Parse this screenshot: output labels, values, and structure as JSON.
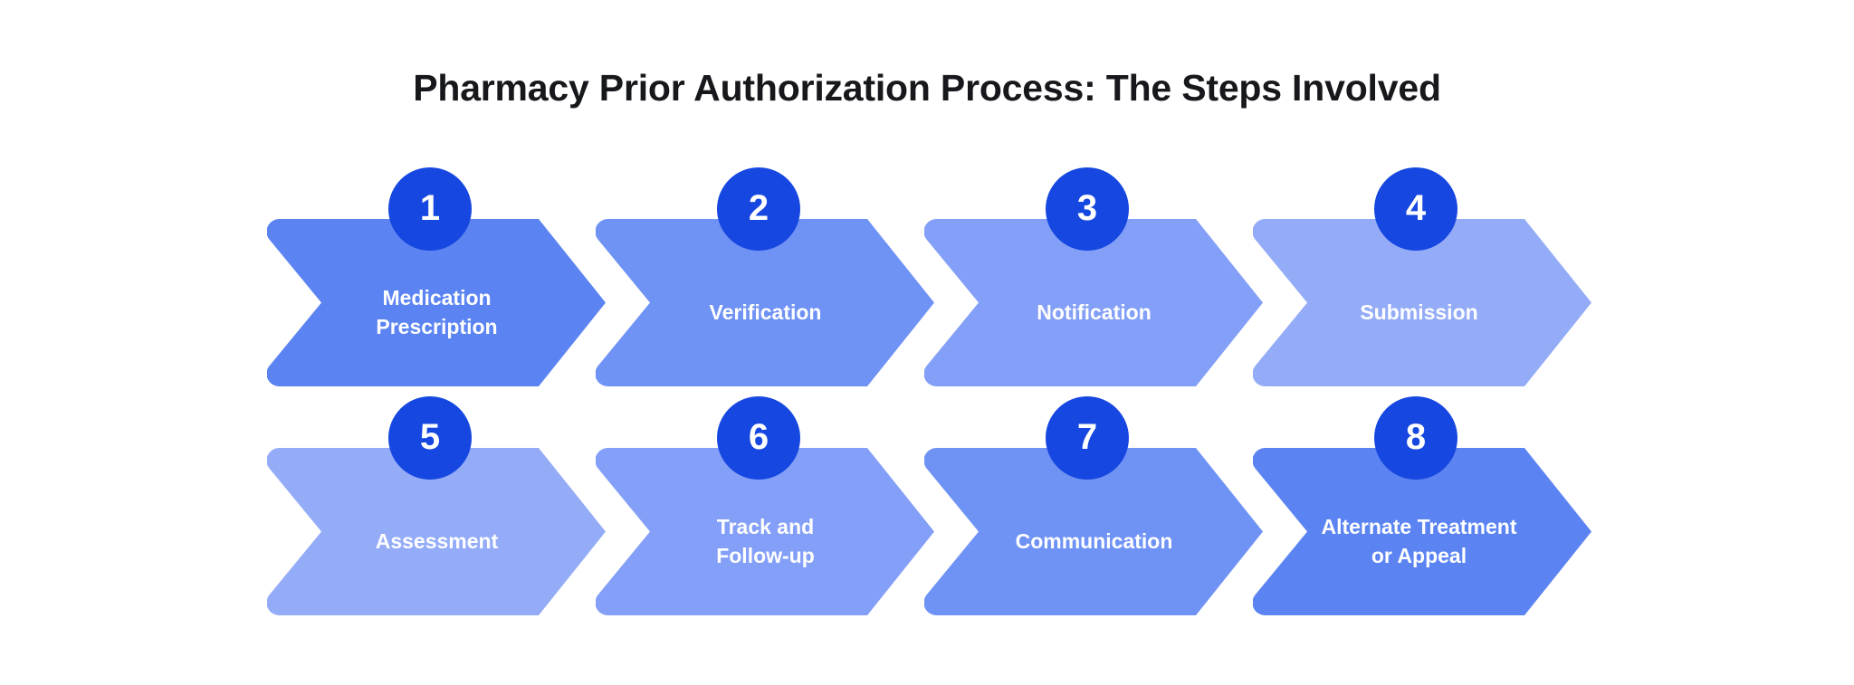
{
  "title": "Pharmacy Prior Authorization Process: The Steps Involved",
  "theme": {
    "background": "#ffffff",
    "title_color": "#17181c",
    "badge_color": "#1647e0",
    "badge_text_color": "#ffffff",
    "step_label_color": "#ffffff"
  },
  "chart_data": {
    "type": "diagram",
    "subtype": "chevron-process-flow",
    "title": "Pharmacy Prior Authorization Process: The Steps Involved",
    "rows": 2,
    "columns": 4,
    "step_count": 8,
    "steps": [
      {
        "number": "1",
        "label": "Medication\nPrescription",
        "color": "#5b83f2",
        "row": 1,
        "col": 1
      },
      {
        "number": "2",
        "label": "Verification",
        "color": "#6f92f5",
        "row": 1,
        "col": 2
      },
      {
        "number": "3",
        "label": "Notification",
        "color": "#839ff7",
        "row": 1,
        "col": 3
      },
      {
        "number": "4",
        "label": "Submission",
        "color": "#94acf8",
        "row": 1,
        "col": 4
      },
      {
        "number": "5",
        "label": "Assessment",
        "color": "#94acf8",
        "row": 2,
        "col": 1
      },
      {
        "number": "6",
        "label": "Track and\nFollow-up",
        "color": "#839ff7",
        "row": 2,
        "col": 2
      },
      {
        "number": "7",
        "label": "Communication",
        "color": "#6f92f5",
        "row": 2,
        "col": 3
      },
      {
        "number": "8",
        "label": "Alternate Treatment\nor Appeal",
        "color": "#5b83f2",
        "row": 2,
        "col": 4
      }
    ]
  }
}
